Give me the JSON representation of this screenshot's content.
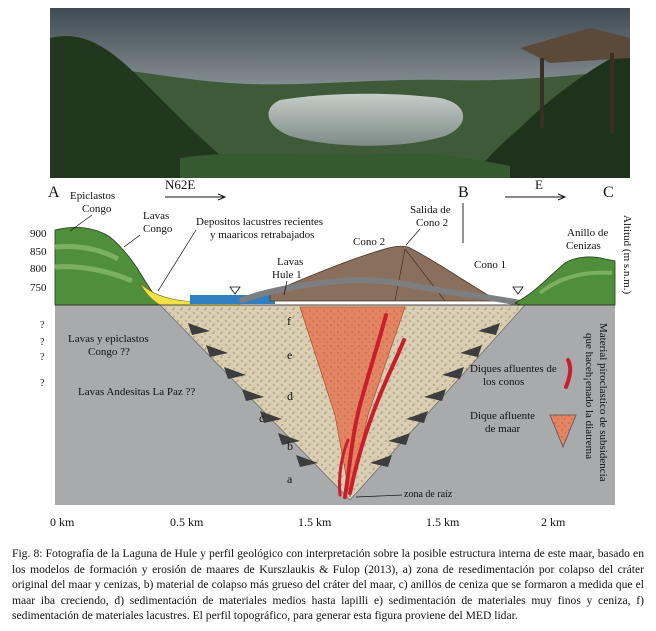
{
  "labels": {
    "point_a": "A",
    "point_b": "B",
    "point_c": "C",
    "direction_1": "N62E",
    "direction_2": "E",
    "epiclastos_line1": "Epiclastos",
    "epiclastos_line2": "Congo",
    "lavas_congo_line1": "Lavas",
    "lavas_congo_line2": "Congo",
    "depositos_line1": "Depositos lacustres recientes",
    "depositos_line2": "y maaricos retrabajados",
    "salida_line1": "Salida de",
    "salida_line2": "Cono 2",
    "cono2": "Cono 2",
    "cono1": "Cono 1",
    "lavas_hule_line1": "Lavas",
    "lavas_hule_line2": "Hule 1",
    "anillo_line1": "Anillo de",
    "anillo_line2": "Cenizas",
    "altitud": "Altitud (m s.n.m.)",
    "lavas_epiclastos_line1": "Lavas y epiclastos",
    "lavas_epiclastos_line2": "Congo ??",
    "lavas_andesitas": "Lavas Andesitas La Paz ??",
    "material_line1": "Material piroclastico de subsidencia",
    "material_line2": "que haceh¡enado la diatrema",
    "diques_line1": "Diques afluentes de",
    "diques_line2": "los conos",
    "dique_line1": "Dique afluente",
    "dique_line2": "de maar",
    "zona_raiz": "zona de raíz",
    "unit_a": "a",
    "unit_b": "b",
    "unit_c": "c",
    "unit_d": "d",
    "unit_e": "e",
    "unit_f": "f"
  },
  "axis": {
    "y_ticks": [
      "900",
      "850",
      "800",
      "750"
    ],
    "unknown_ticks": [
      "?",
      "?",
      "?",
      "?"
    ],
    "x_ticks": [
      "0 km",
      "0.5 km",
      "1.5 km",
      "1.5 km",
      "2 km"
    ]
  },
  "caption": "Fig. 8: Fotografía de la Laguna de Hule y perfil geológico con interpretación sobre la posible estructura interna de este maar, basado en los modelos de formación y erosión de maares de Kurszlaukis & Fulop (2013), a) zona de resedimentación por colapso del cráter original del maar y cenizas, b) material de colapso más grueso del cráter del maar, c) anillos de ceniza que se formaron a medida que el maar iba creciendo, d) sedimentación de materiales medios hasta lapilli e) sedimentación de materiales muy finos y ceniza, f) sedimentación de materiales lacustres. El perfil topográfico, para generar esta figura proviene del MED lidar.",
  "colors": {
    "country_rock": "#a9aaac",
    "diatreme_fill": "#d8cdb4",
    "dike": "#c8202a",
    "maar_dike": "#e0805f",
    "lake": "#2f7fc1",
    "yellow_deposits": "#f2e24a",
    "green_lavas": "#4f8f3c",
    "cone": "#8a6f5c"
  }
}
